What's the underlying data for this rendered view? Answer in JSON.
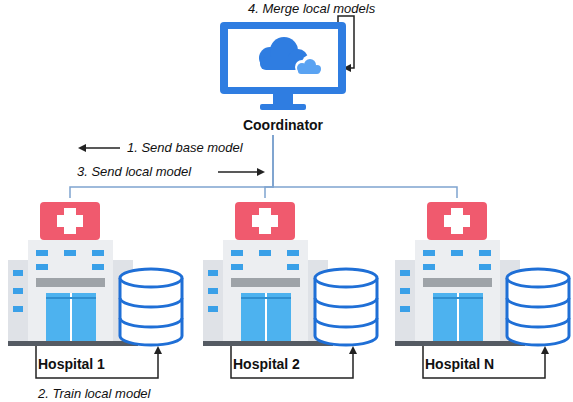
{
  "diagram": {
    "nodes": [
      {
        "text": [
          "Coordinator"
        ]
      },
      {
        "text": [
          "Hospital 1"
        ]
      },
      {
        "text": [
          "Hospital 2"
        ]
      },
      {
        "text": [
          "Hospital N"
        ]
      }
    ],
    "edges": [
      {
        "from": 0,
        "to": 1,
        "arrow": "none"
      },
      {
        "from": 0,
        "to": 2,
        "arrow": "none"
      },
      {
        "from": 0,
        "to": 3,
        "arrow": "none"
      }
    ],
    "labels": [
      "1. Send base model",
      "2. Train local model",
      "3. Send local model",
      "4. Merge local models"
    ]
  }
}
